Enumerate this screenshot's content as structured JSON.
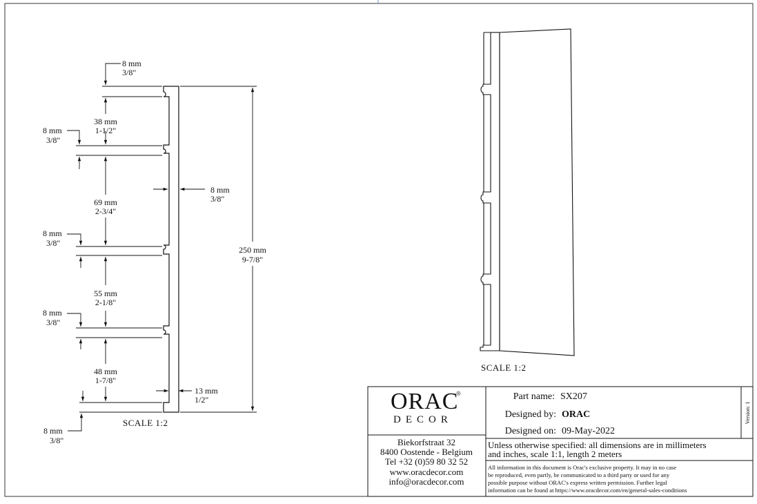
{
  "profile_dimensions": {
    "top_gap": {
      "mm": "8 mm",
      "inch": "3/8\""
    },
    "sec1": {
      "mm": "38 mm",
      "inch": "1-1/2\""
    },
    "gap1": {
      "mm": "8 mm",
      "inch": "3/8\""
    },
    "sec2": {
      "mm": "69 mm",
      "inch": "2-3/4\""
    },
    "thickness": {
      "mm": "8 mm",
      "inch": "3/8\""
    },
    "gap2": {
      "mm": "8 mm",
      "inch": "3/8\""
    },
    "total": {
      "mm": "250 mm",
      "inch": "9-7/8\""
    },
    "sec3": {
      "mm": "55 mm",
      "inch": "2-1/8\""
    },
    "gap3": {
      "mm": "8 mm",
      "inch": "3/8\""
    },
    "sec4": {
      "mm": "48 mm",
      "inch": "1-7/8\""
    },
    "depth": {
      "mm": "13 mm",
      "inch": "1/2\""
    },
    "bottom_gap": {
      "mm": "8 mm",
      "inch": "3/8\""
    }
  },
  "scale_left": "SCALE  1:2",
  "scale_right": "SCALE  1:2",
  "title_block": {
    "logo": {
      "brand": "ORAC",
      "sub": "DECOR",
      "reg": "®"
    },
    "part_name_label": "Part name:",
    "part_name": "SX207",
    "designed_by_label": "Designed by:",
    "designed_by": "ORAC",
    "designed_on_label": "Designed on:",
    "designed_on": "09-May-2022",
    "version": "Version: 1",
    "address": {
      "street": "Biekorfstraat 32",
      "city": "8400 Oostende - Belgium",
      "tel": "Tel   +32 (0)59 80 32 52",
      "web": "www.oracdecor.com",
      "email": "info@oracdecor.com"
    },
    "spec_line1": "Unless otherwise specified: all dimensions are in millimeters",
    "spec_line2": "and inches, scale 1:1, length 2 meters",
    "legal": [
      "All information in this document is Orac's exclusive property.  It may in no case",
      "be reproduced, even partly, be communicated to a third party or used for any",
      "possible purpose without ORAC's express written permission. Further legal",
      "information can be found at https://www.oracdecor.com/en/general-sales-conditions"
    ]
  }
}
